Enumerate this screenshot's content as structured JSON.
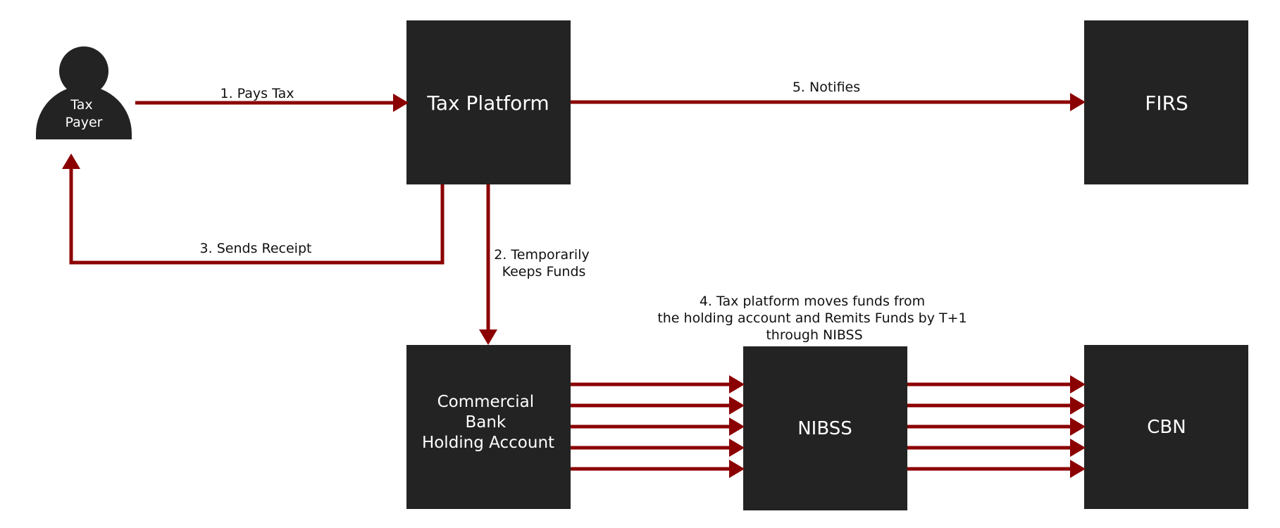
{
  "nodes": {
    "tax_payer": {
      "label_lines": [
        "Tax",
        "Payer"
      ],
      "icon": "person-icon"
    },
    "tax_platform": {
      "label_lines": [
        "Tax Platform"
      ]
    },
    "firs": {
      "label_lines": [
        "FIRS"
      ]
    },
    "commercial_bank": {
      "label_lines": [
        "Commercial",
        "Bank",
        "Holding Account"
      ]
    },
    "nibss": {
      "label_lines": [
        "NIBSS"
      ]
    },
    "cbn": {
      "label_lines": [
        "CBN"
      ]
    }
  },
  "edges": {
    "pays_tax": {
      "label_lines": [
        "1. Pays Tax"
      ]
    },
    "keeps_funds": {
      "label_lines": [
        "2. Temporarily",
        "Keeps Funds"
      ]
    },
    "sends_receipt": {
      "label_lines": [
        "3. Sends Receipt"
      ]
    },
    "remits_funds": {
      "label_lines": [
        "4. Tax platform moves funds from",
        "the holding account and Remits Funds by T+1",
        "through NIBSS"
      ]
    },
    "notifies": {
      "label_lines": [
        "5. Notifies"
      ]
    }
  },
  "colors": {
    "box": "#232323",
    "arrow": "#8b0000",
    "label_text": "#111111",
    "node_text": "#ffffff"
  }
}
